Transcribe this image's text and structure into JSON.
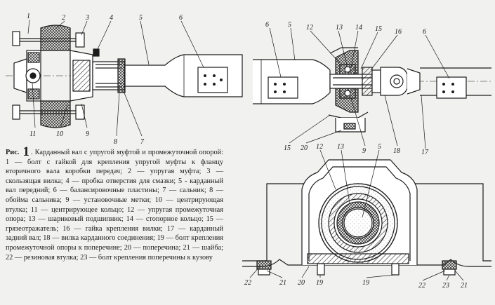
{
  "figure": {
    "label_prefix": "Рис.",
    "number": "1",
    "caption": ". Карданный вал с упругой муфтой и промежуточной опорой: 1 — болт с гайкой для крепления упругой муфты к фланцу вторичного вала коробки передач; 2 — упругая муфта; 3 — скользящая вилка; 4 — пробка отверстия для смазки; 5 - карданный вал передний; 6 — балансировочные пластины; 7 — сальник; 8 — обойма сальника; 9 — установочные метки; 10 — центрирующая втулка; 11 — центрирующее кольцо; 12 — упругая промежуточная опора; 13 — шариковый подшипник; 14 — стопорное кольцо; 15 — грязеотражатель; 16 — гайка крепления вилки; 17 — карданный задний вал; 18 — вилка карданного соединения; 19 — болт крепления промежуточной опоры к поперечине; 20 — поперечина; 21 — шайба; 22 — резиновая втулка; 23 — болт крепления поперечины к кузову"
  },
  "callouts": {
    "left_view": [
      "1",
      "2",
      "3",
      "4",
      "5",
      "6",
      "11",
      "10",
      "9",
      "8",
      "7"
    ],
    "right_view": [
      "6",
      "5",
      "12",
      "13",
      "14",
      "15",
      "16",
      "6",
      "15",
      "20",
      "9",
      "18",
      "17"
    ],
    "section_view": [
      "12",
      "13",
      "5",
      "22",
      "21",
      "20",
      "19",
      "19",
      "22",
      "23",
      "21"
    ]
  },
  "colors": {
    "paper": "#f1f1ef",
    "ink": "#1c1c1c",
    "hatch": "#4a4a4a"
  }
}
